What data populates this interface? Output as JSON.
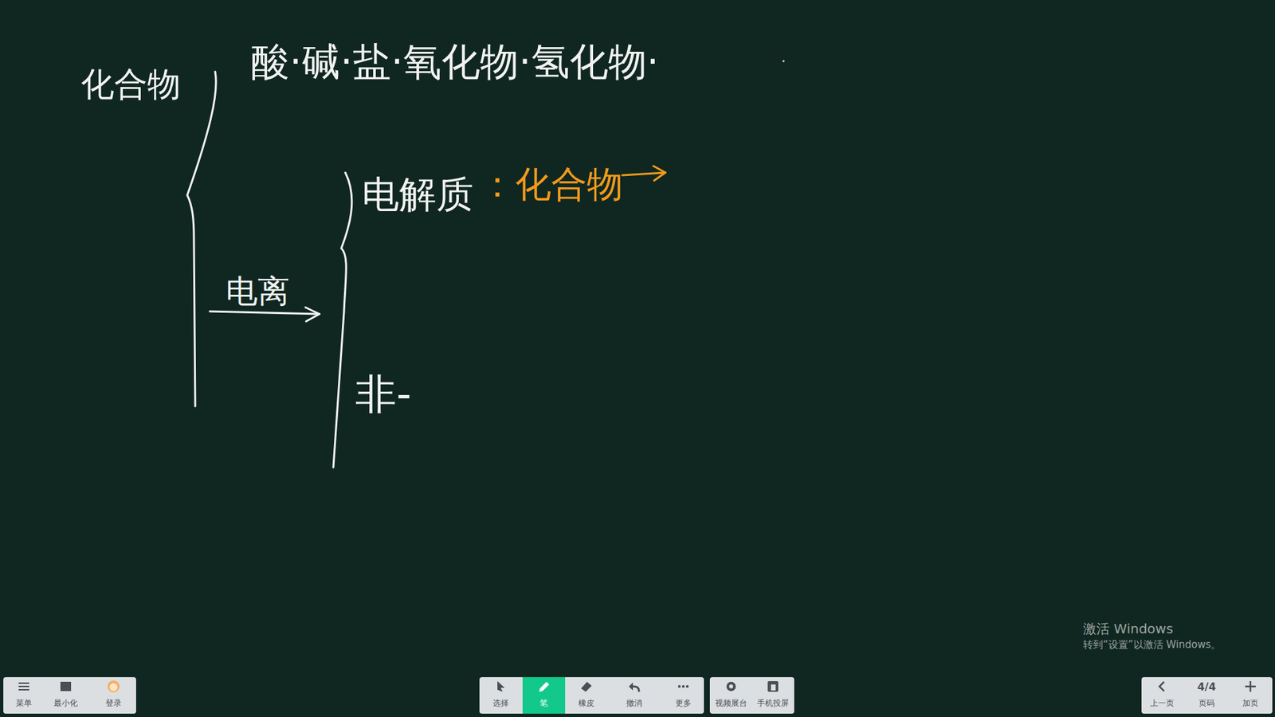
{
  "diagram": {
    "nodes": [
      {
        "text": [
          "菜单",
          "最小化",
          "登录"
        ]
      },
      {
        "text": [
          "选择",
          "笔",
          "橡皮",
          "撤消",
          "更多"
        ]
      },
      {
        "text": [
          "视频展台",
          "手机投屏"
        ]
      },
      {
        "text": [
          "上一页",
          "4/4",
          "页码",
          "加页"
        ]
      }
    ],
    "labels": [
      "化合物",
      "酸·碱·盐·氧化物·氢化物·",
      "电解质",
      "：化合物",
      "电离",
      "非-",
      "激活 Windows",
      "转到“设置”以激活 Windows。"
    ]
  }
}
